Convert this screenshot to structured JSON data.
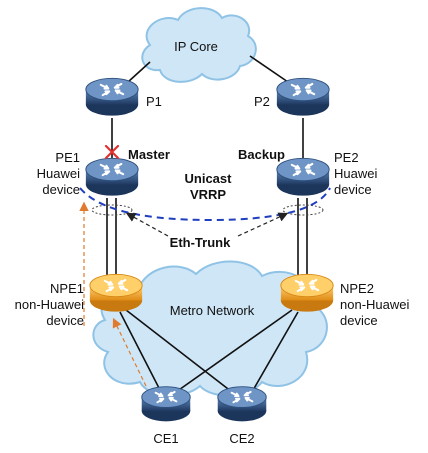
{
  "cloud_ip_core": {
    "label": "IP Core"
  },
  "cloud_metro": {
    "label": "Metro Network"
  },
  "routers": {
    "p1": {
      "label": "P1"
    },
    "p2": {
      "label": "P2"
    },
    "pe1": {
      "lines": [
        "PE1",
        "Huawei",
        "device"
      ]
    },
    "pe2": {
      "lines": [
        "PE2",
        "Huawei",
        "device"
      ]
    },
    "npe1": {
      "lines": [
        "NPE1",
        "non-Huawei",
        "device"
      ]
    },
    "npe2": {
      "lines": [
        "NPE2",
        "non-Huawei",
        "device"
      ]
    },
    "ce1": {
      "label": "CE1"
    },
    "ce2": {
      "label": "CE2"
    }
  },
  "labels": {
    "master": "Master",
    "backup": "Backup",
    "vrrp_line1": "Unicast",
    "vrrp_line2": "VRRP",
    "eth_trunk": "Eth-Trunk"
  },
  "colors": {
    "router_blue": "#2d4f7c",
    "router_orange": "#f0a52a",
    "cloud_fill": "#cfe6f7",
    "cloud_stroke": "#8fc3e6",
    "vrrp_dash": "#1f3fbf",
    "fault_mark": "#e53030",
    "traffic_arrow": "#e07a2e"
  },
  "icons": {
    "router": "router-icon",
    "cloud": "cloud-icon",
    "fault": "fault-x-icon"
  }
}
